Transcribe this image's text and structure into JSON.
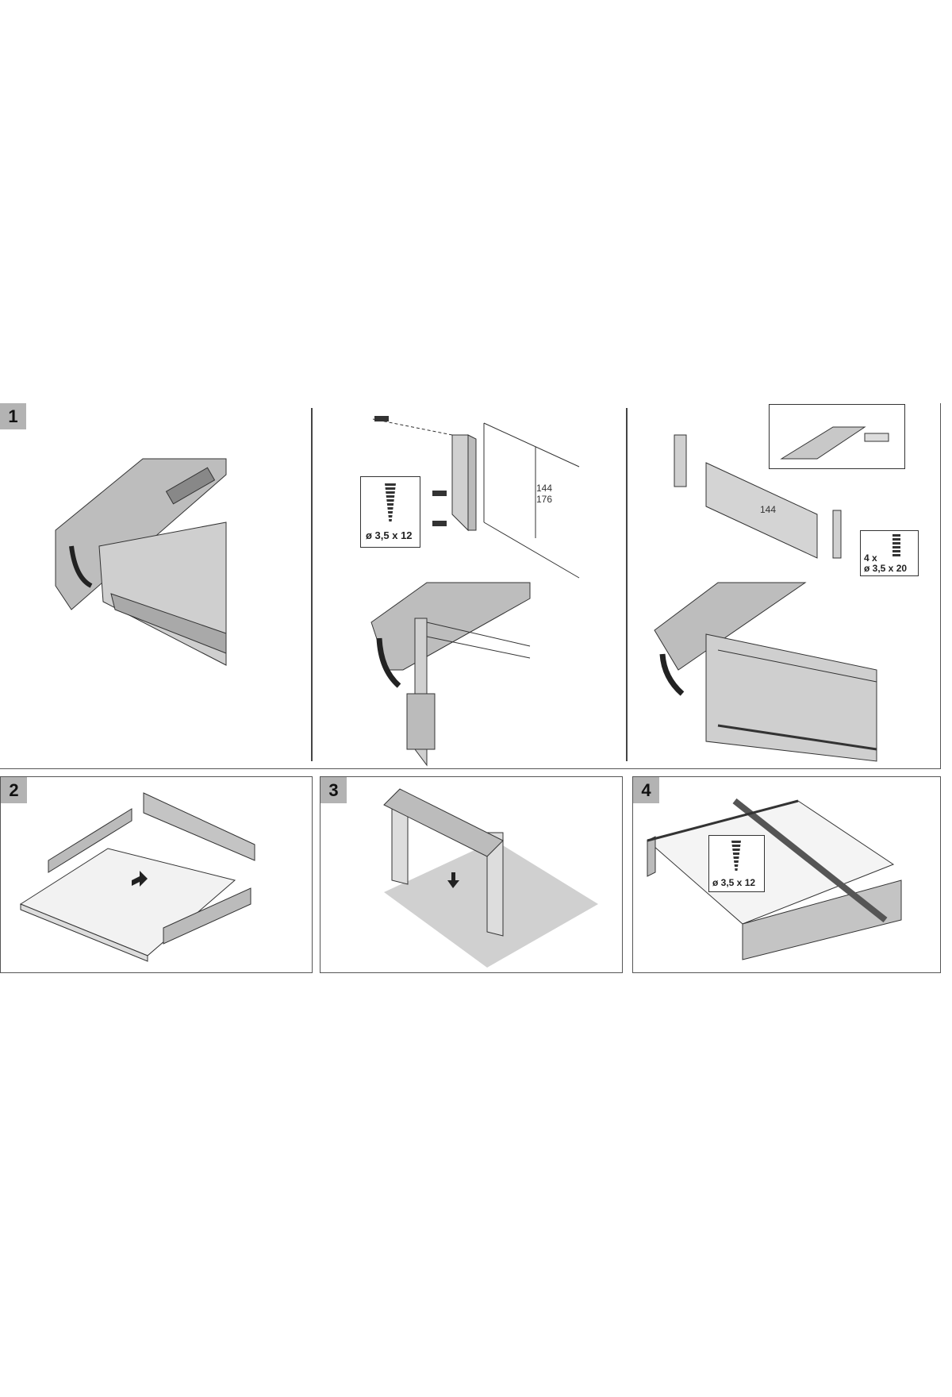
{
  "steps": {
    "s1": "1",
    "s2": "2",
    "s3": "3",
    "s4": "4"
  },
  "step1": {
    "screw_a": "ø 3,5 x 12",
    "dim_a1": "144",
    "dim_a2": "176",
    "dim_b": "144",
    "screw_b_qty": "4 x",
    "screw_b": "ø 3,5 x 20"
  },
  "step4": {
    "screw": "ø 3,5 x 12"
  },
  "colors": {
    "label_bg": "#b3b3b3",
    "panel_gray": "#c8c8c8",
    "floor_gray": "#d0d0d0"
  }
}
